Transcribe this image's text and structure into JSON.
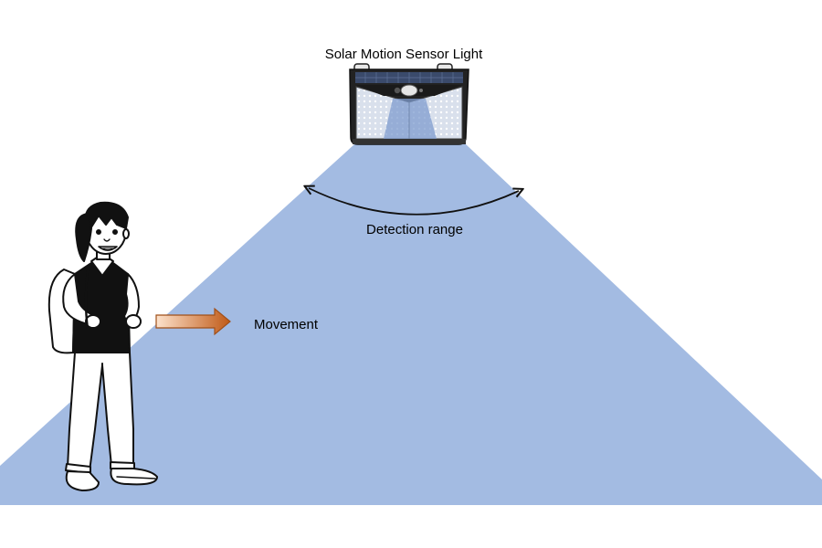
{
  "labels": {
    "device_title": "Solar Motion Sensor Light",
    "range_label": "Detection range",
    "movement_label": "Movement"
  },
  "colors": {
    "detection_cone": "#a3bbe2",
    "arrow_start": "#fde2cc",
    "arrow_end": "#c05a17",
    "arrow_outline": "#a0501a",
    "device_frame": "#222222",
    "device_panel": "#cfd7e6",
    "device_glow": "#7f9ccf",
    "outline": "#111111"
  },
  "icons": {
    "device": "solar-motion-sensor-light-icon",
    "person": "student-with-backpack-illustration",
    "range_arc": "double-headed-arc-arrow",
    "movement_arrow": "right-arrow-icon"
  }
}
